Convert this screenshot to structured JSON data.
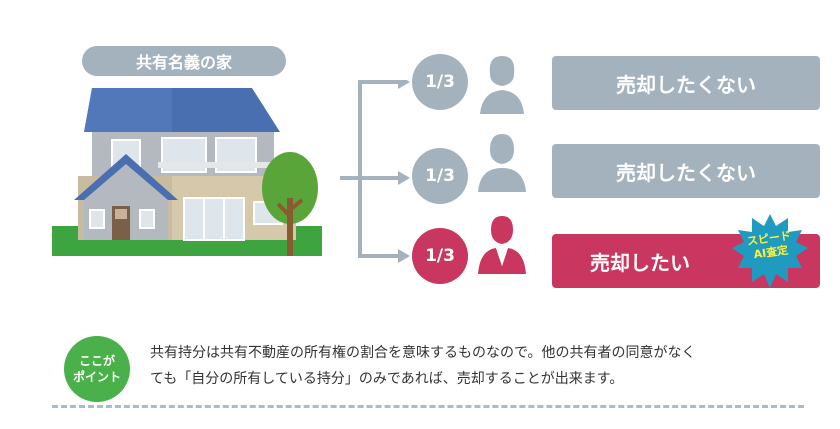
{
  "house_label": "共有名義の家",
  "owners": [
    {
      "fraction": "1/3",
      "status": "売却したくない",
      "color": "#a4b2be"
    },
    {
      "fraction": "1/3",
      "status": "売却したくない",
      "color": "#a4b2be"
    },
    {
      "fraction": "1/3",
      "status": "売却したい",
      "color": "#c9365f"
    }
  ],
  "badge": {
    "line1": "スピード",
    "line2": "AI査定",
    "color": "#1f9bbf"
  },
  "point": {
    "line1": "ここが",
    "line2": "ポイント",
    "color": "#4ab04a"
  },
  "note": {
    "line1": "共有持分は共有不動産の所有権の割合を意味するものなので。他の共有者の同意がなく",
    "line2": "ても「自分の所有している持分」のみであれば、売却することが出来ます。"
  },
  "icons": [
    "house-illustration",
    "tree-icon",
    "person-icon",
    "arrow-icon"
  ]
}
